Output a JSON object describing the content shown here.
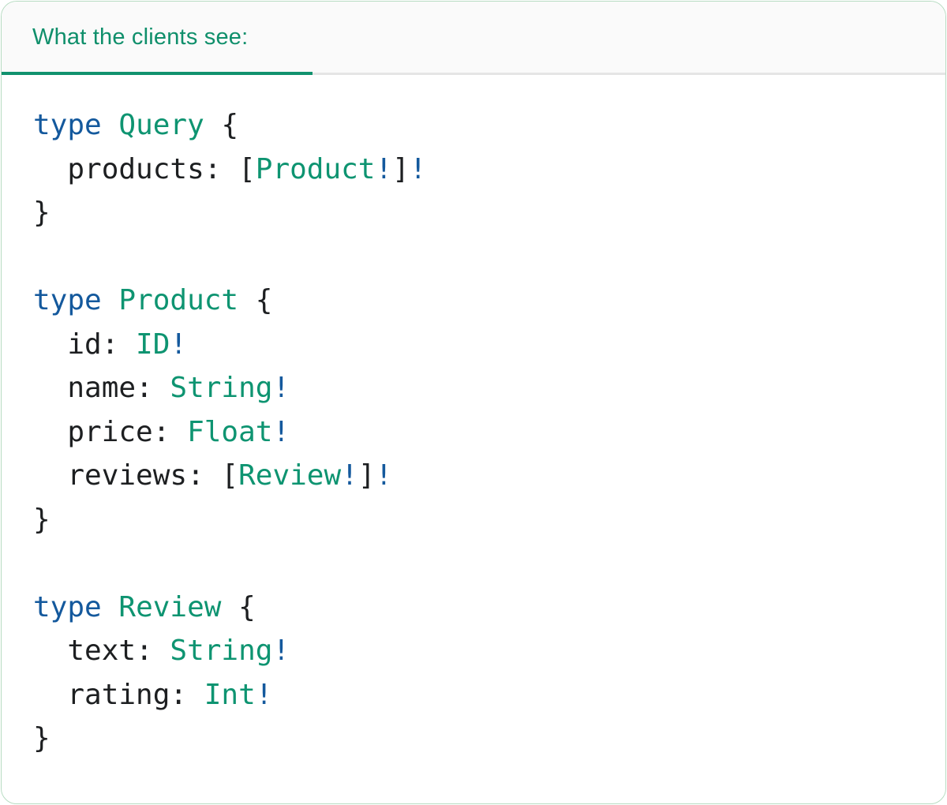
{
  "tab": {
    "label": "What the clients see:"
  },
  "colors": {
    "accent-teal": "#0e9471",
    "keyword-blue": "#14599d",
    "text-dark": "#1d1f21",
    "tab-underline": "#11926e",
    "inactive-line": "#e5e5e5",
    "header-bg": "#fafafa",
    "card-border": "#b7dcc2",
    "header-text": "#0f8f6b",
    "card-bg": "#ffffff"
  },
  "code": {
    "language": "graphql",
    "plain_text": "type Query {\n  products: [Product!]!\n}\n\ntype Product {\n  id: ID!\n  name: String!\n  price: Float!\n  reviews: [Review!]!\n}\n\ntype Review {\n  text: String!\n  rating: Int!\n}",
    "lines": [
      [
        {
          "t": "type",
          "c": "kw"
        },
        {
          "t": " ",
          "c": "pl"
        },
        {
          "t": "Query",
          "c": "ty"
        },
        {
          "t": " {",
          "c": "pl"
        }
      ],
      [
        {
          "t": "  products: [",
          "c": "pl"
        },
        {
          "t": "Product",
          "c": "ty"
        },
        {
          "t": "!",
          "c": "bang"
        },
        {
          "t": "]",
          "c": "pl"
        },
        {
          "t": "!",
          "c": "bang"
        }
      ],
      [
        {
          "t": "}",
          "c": "pl"
        }
      ],
      [],
      [
        {
          "t": "type",
          "c": "kw"
        },
        {
          "t": " ",
          "c": "pl"
        },
        {
          "t": "Product",
          "c": "ty"
        },
        {
          "t": " {",
          "c": "pl"
        }
      ],
      [
        {
          "t": "  id: ",
          "c": "pl"
        },
        {
          "t": "ID",
          "c": "ty"
        },
        {
          "t": "!",
          "c": "bang"
        }
      ],
      [
        {
          "t": "  name: ",
          "c": "pl"
        },
        {
          "t": "String",
          "c": "ty"
        },
        {
          "t": "!",
          "c": "bang"
        }
      ],
      [
        {
          "t": "  price: ",
          "c": "pl"
        },
        {
          "t": "Float",
          "c": "ty"
        },
        {
          "t": "!",
          "c": "bang"
        }
      ],
      [
        {
          "t": "  reviews: [",
          "c": "pl"
        },
        {
          "t": "Review",
          "c": "ty"
        },
        {
          "t": "!",
          "c": "bang"
        },
        {
          "t": "]",
          "c": "pl"
        },
        {
          "t": "!",
          "c": "bang"
        }
      ],
      [
        {
          "t": "}",
          "c": "pl"
        }
      ],
      [],
      [
        {
          "t": "type",
          "c": "kw"
        },
        {
          "t": " ",
          "c": "pl"
        },
        {
          "t": "Review",
          "c": "ty"
        },
        {
          "t": " {",
          "c": "pl"
        }
      ],
      [
        {
          "t": "  text: ",
          "c": "pl"
        },
        {
          "t": "String",
          "c": "ty"
        },
        {
          "t": "!",
          "c": "bang"
        }
      ],
      [
        {
          "t": "  rating: ",
          "c": "pl"
        },
        {
          "t": "Int",
          "c": "ty"
        },
        {
          "t": "!",
          "c": "bang"
        }
      ],
      [
        {
          "t": "}",
          "c": "pl"
        }
      ]
    ]
  }
}
